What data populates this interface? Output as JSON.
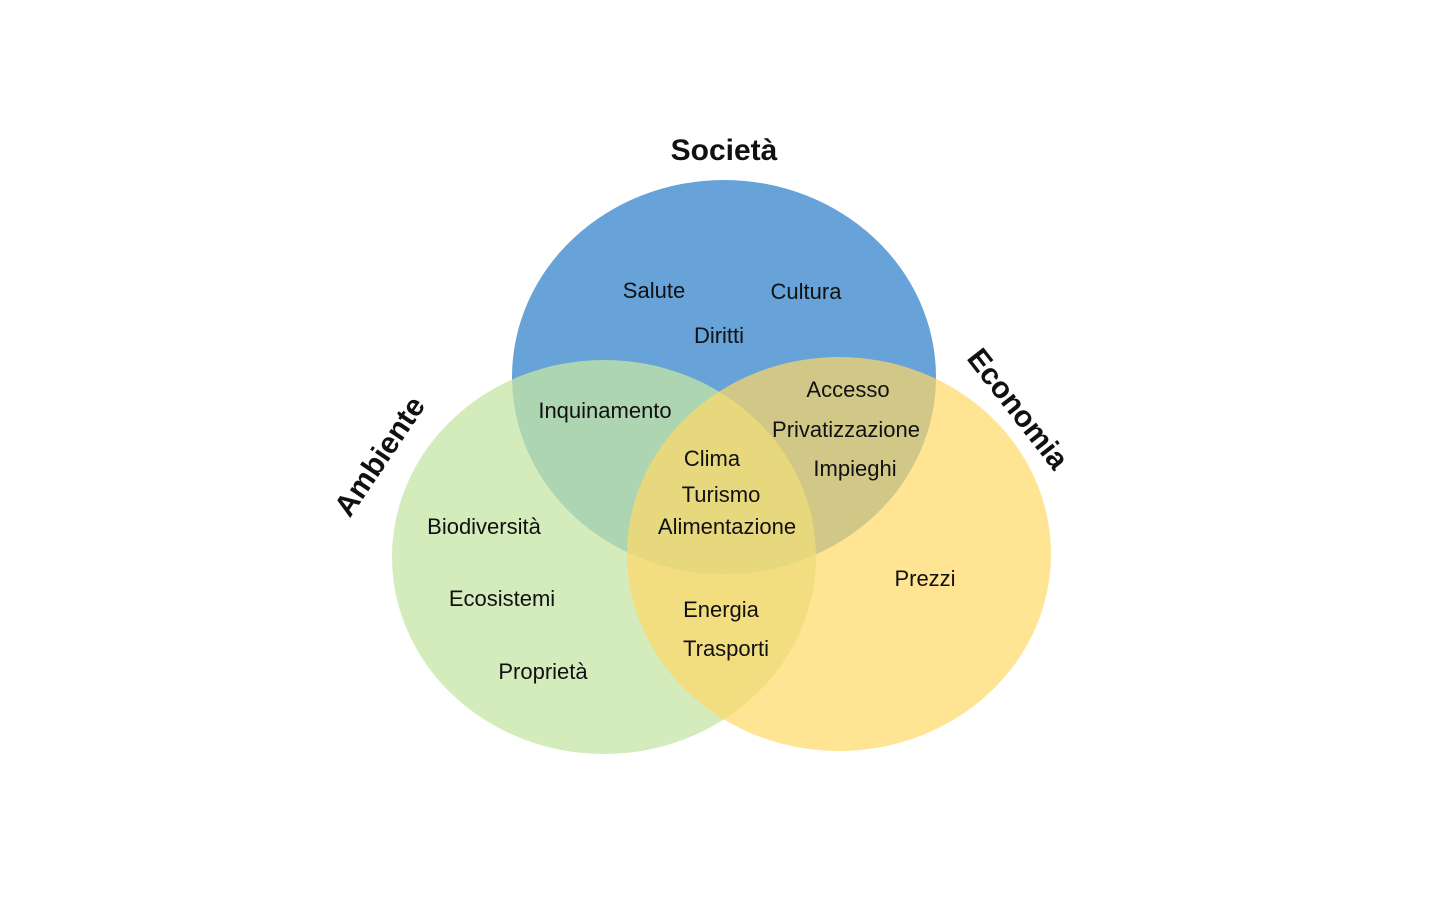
{
  "colors": {
    "societa": "#5b9bd5",
    "ambiente": "#c5e6a6",
    "economia": "#ffd966",
    "text": "#111111"
  },
  "sets": {
    "societa": "Società",
    "ambiente": "Ambiente",
    "economia": "Economia"
  },
  "regions": {
    "societa_only": [
      "Salute",
      "Cultura",
      "Diritti"
    ],
    "ambiente_only": [
      "Biodiversità",
      "Ecosistemi",
      "Proprietà"
    ],
    "economia_only": [
      "Prezzi"
    ],
    "societa_ambiente": [
      "Inquinamento"
    ],
    "societa_economia": [
      "Accesso",
      "Privatizzazione",
      "Impieghi"
    ],
    "ambiente_economia": [
      "Energia",
      "Trasporti"
    ],
    "all_three": [
      "Clima",
      "Turismo",
      "Alimentazione"
    ]
  }
}
